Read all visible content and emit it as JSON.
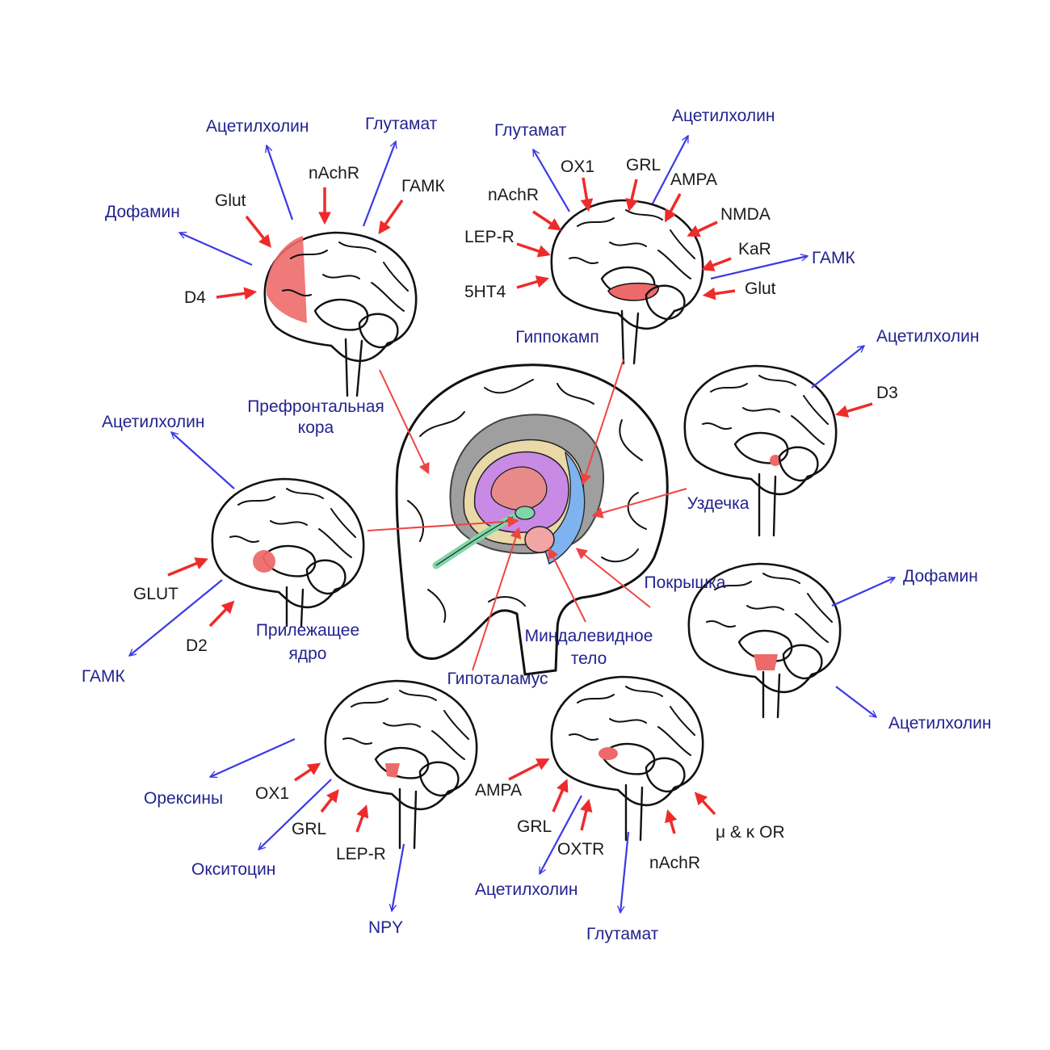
{
  "colors": {
    "input_arrow": "#ee2b2b",
    "output_arrow": "#3a3ae6",
    "region_highlight": "#ee6a6a",
    "receptor_text": "#1a1a1a",
    "neurotransmitter_text": "#23238f"
  },
  "center": {
    "label_prefrontal": [
      "Префронтальная",
      "кора"
    ],
    "label_hippocampus": "Гиппокамп",
    "label_habenula": "Уздечка",
    "label_tegmentum": "Покрышка",
    "label_amygdala": [
      "Миндалевидное",
      "тело"
    ],
    "label_hypothalamus": "Гипоталамус",
    "label_accumbens": [
      "Прилежащее",
      "ядро"
    ]
  },
  "prefrontal": {
    "outputs": [
      "Ацетилхолин",
      "Глутамат",
      "Дофамин"
    ],
    "receptors": [
      "Glut",
      "nAchR",
      "ГАМК",
      "D4"
    ]
  },
  "hippocampus": {
    "outputs": [
      "Глутамат",
      "Ацетилхолин",
      "ГАМК"
    ],
    "receptors": [
      "OX1",
      "GRL",
      "AMPA",
      "nAchR",
      "NMDA",
      "LEP-R",
      "KaR",
      "5HT4",
      "Glut"
    ]
  },
  "habenula": {
    "outputs": [
      "Ацетилхолин"
    ],
    "receptors": [
      "D3"
    ]
  },
  "accumbens": {
    "outputs": [
      "Ацетилхолин",
      "ГАМК"
    ],
    "receptors": [
      "GLUT",
      "D2"
    ]
  },
  "tegmentum": {
    "outputs": [
      "Дофамин",
      "Ацетилхолин"
    ]
  },
  "hypothalamus": {
    "outputs": [
      "Орексины",
      "Окситоцин",
      "NPY"
    ],
    "receptors": [
      "OX1",
      "GRL",
      "LEP-R"
    ]
  },
  "amygdala": {
    "outputs": [
      "Ацетилхолин",
      "Глутамат"
    ],
    "receptors": [
      "AMPA",
      "GRL",
      "OXTR",
      "nAchR",
      "μ & κ OR"
    ]
  }
}
